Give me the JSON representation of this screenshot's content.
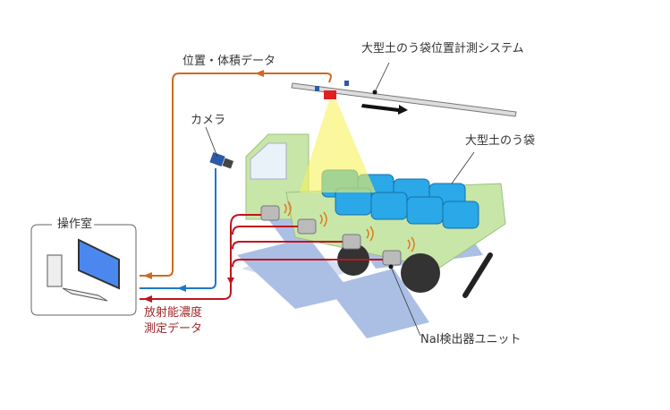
{
  "labels": {
    "position_volume_data": "位置・体積データ",
    "measurement_system": "大型土のう袋位置計測システム",
    "camera": "カメラ",
    "sandbags": "大型土のう袋",
    "control_room": "操作室",
    "radioactivity_data_line1": "放射能濃度",
    "radioactivity_data_line2": "測定データ",
    "nai_detector": "NaI検出器ユニット"
  },
  "colors": {
    "position_line": "#d2691e",
    "camera_line": "#1e78c8",
    "radiation_line": "#c0141e",
    "truck": "#c8e6a8",
    "sandbag": "#2aa8e8",
    "lift": "#9db4e0"
  }
}
